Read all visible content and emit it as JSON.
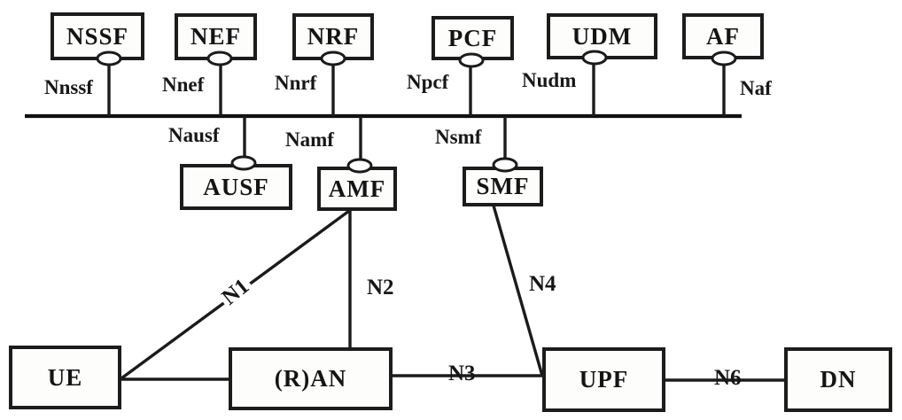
{
  "diagram_type": "5G core network architecture (service-based)",
  "colors": {
    "ink": "#1b1b1b",
    "background": "#ffffff",
    "box_fill": "#fdfdfc"
  },
  "network_functions": [
    {
      "id": "nssf",
      "label": "NSSF"
    },
    {
      "id": "nef",
      "label": "NEF"
    },
    {
      "id": "nrf",
      "label": "NRF"
    },
    {
      "id": "pcf",
      "label": "PCF"
    },
    {
      "id": "udm",
      "label": "UDM"
    },
    {
      "id": "af",
      "label": "AF"
    },
    {
      "id": "ausf",
      "label": "AUSF"
    },
    {
      "id": "amf",
      "label": "AMF"
    },
    {
      "id": "smf",
      "label": "SMF"
    },
    {
      "id": "ue",
      "label": "UE"
    },
    {
      "id": "ran",
      "label": "(R)AN"
    },
    {
      "id": "upf",
      "label": "UPF"
    },
    {
      "id": "dn",
      "label": "DN"
    }
  ],
  "service_interfaces": [
    {
      "id": "nnssf",
      "label": "Nnssf",
      "function": "NSSF"
    },
    {
      "id": "nnef",
      "label": "Nnef",
      "function": "NEF"
    },
    {
      "id": "nnrf",
      "label": "Nnrf",
      "function": "NRF"
    },
    {
      "id": "npcf",
      "label": "Npcf",
      "function": "PCF"
    },
    {
      "id": "nudm",
      "label": "Nudm",
      "function": "UDM"
    },
    {
      "id": "naf",
      "label": "Naf",
      "function": "AF"
    },
    {
      "id": "nausf",
      "label": "Nausf",
      "function": "AUSF"
    },
    {
      "id": "namf",
      "label": "Namf",
      "function": "AMF"
    },
    {
      "id": "nsmf",
      "label": "Nsmf",
      "function": "SMF"
    }
  ],
  "reference_points": [
    {
      "id": "n1",
      "label": "N1",
      "from": "UE",
      "to": "AMF"
    },
    {
      "id": "n2",
      "label": "N2",
      "from": "(R)AN",
      "to": "AMF"
    },
    {
      "id": "n3",
      "label": "N3",
      "from": "(R)AN",
      "to": "UPF"
    },
    {
      "id": "n4",
      "label": "N4",
      "from": "SMF",
      "to": "UPF"
    },
    {
      "id": "n6",
      "label": "N6",
      "from": "UPF",
      "to": "DN"
    },
    {
      "id": "ue-ran",
      "label": "",
      "from": "UE",
      "to": "(R)AN"
    }
  ]
}
